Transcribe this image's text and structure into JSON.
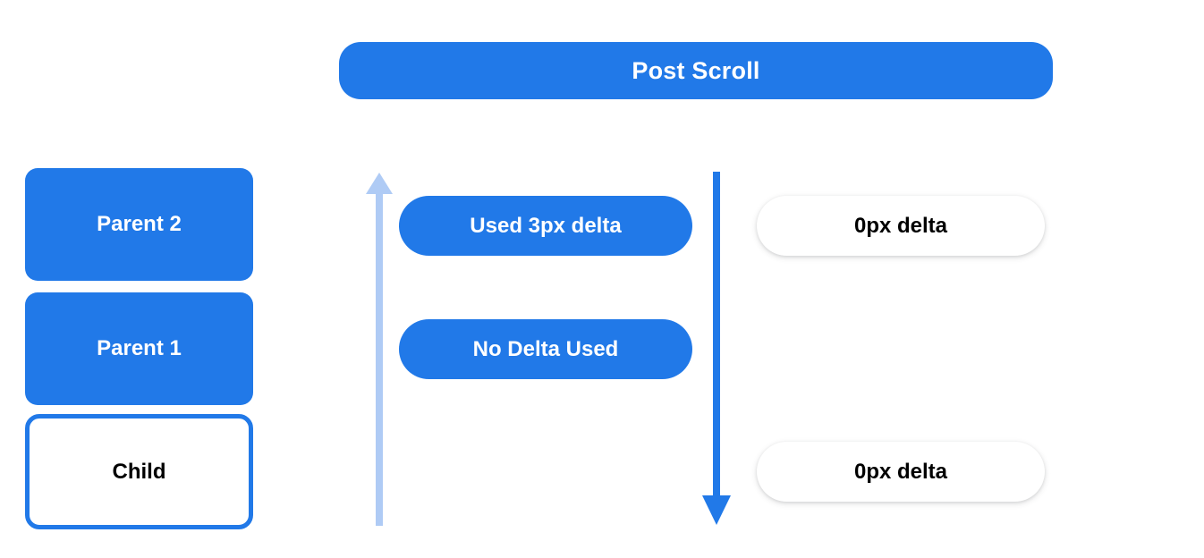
{
  "header": {
    "title": "Post Scroll"
  },
  "colors": {
    "blue": "#2179e8",
    "light_blue": "#afcbf5",
    "white": "#ffffff",
    "text_dark": "#000000"
  },
  "left_column": {
    "nodes": [
      {
        "label": "Parent 2",
        "style": "filled"
      },
      {
        "label": "Parent 1",
        "style": "filled"
      },
      {
        "label": "Child",
        "style": "outlined"
      }
    ]
  },
  "arrows": [
    {
      "name": "scroll-up-arrow",
      "direction": "up",
      "color": "#afcbf5"
    },
    {
      "name": "scroll-down-arrow",
      "direction": "down",
      "color": "#2179e8"
    }
  ],
  "middle_column": {
    "pills": [
      {
        "label": "Used 3px delta",
        "style": "solid"
      },
      {
        "label": "No Delta Used",
        "style": "solid"
      }
    ]
  },
  "right_column": {
    "pills": [
      {
        "label": "0px delta",
        "style": "ghost"
      },
      {
        "label": "0px delta",
        "style": "ghost"
      }
    ]
  }
}
